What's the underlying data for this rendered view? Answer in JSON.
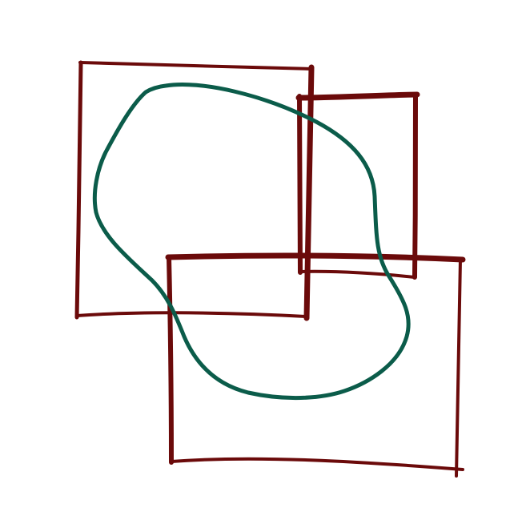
{
  "diagram": {
    "kind": "hand-drawn overlapping shapes",
    "colors": {
      "background": "#ffffff",
      "rectangles": "#6b0a0a",
      "blob": "#0b5c4a"
    },
    "shapes": [
      {
        "name": "rectangle-top-left",
        "shape": "rectangle"
      },
      {
        "name": "rectangle-top-right",
        "shape": "rectangle"
      },
      {
        "name": "rectangle-bottom",
        "shape": "rectangle"
      },
      {
        "name": "closed-curve",
        "shape": "blob"
      }
    ]
  }
}
